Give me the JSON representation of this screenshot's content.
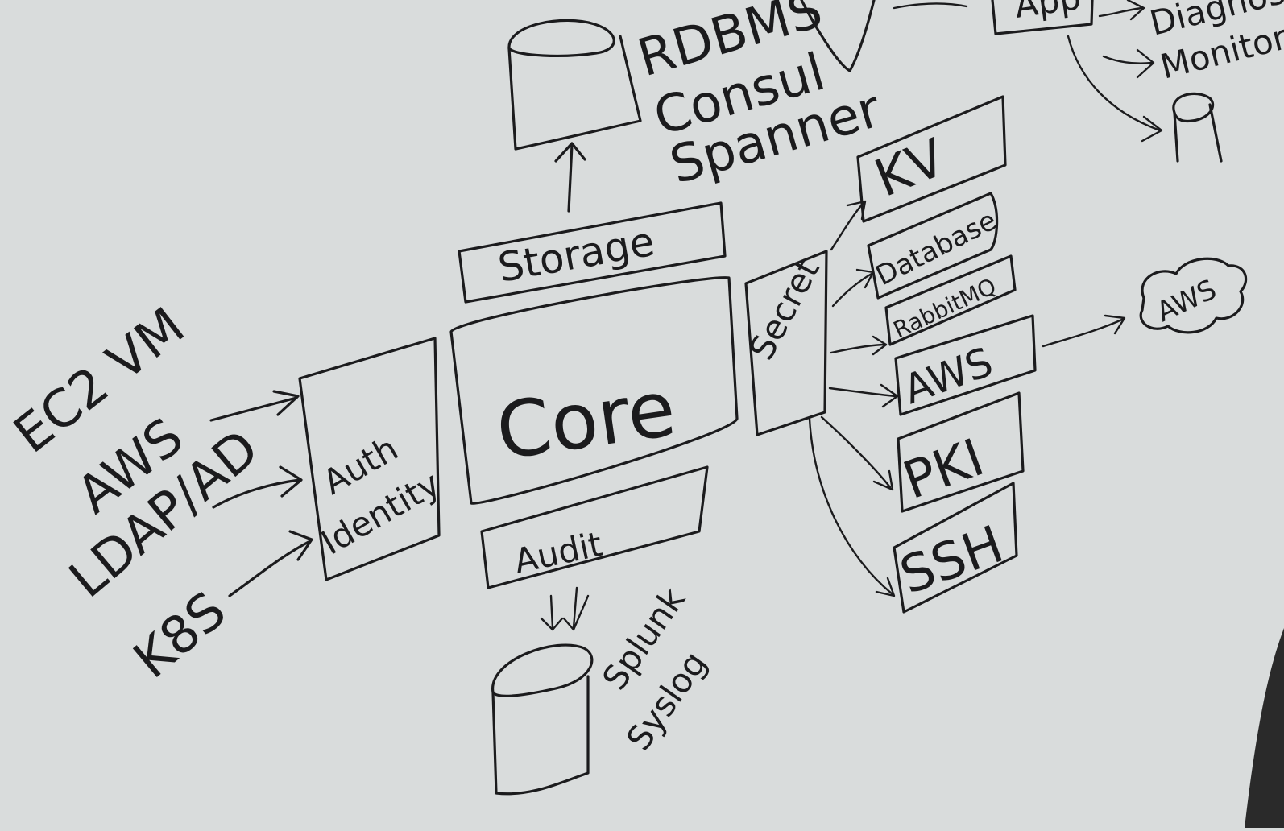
{
  "diagram": {
    "ink_color": "#1b1b1d",
    "board_color": "#d9dcdc",
    "core": {
      "label": "Core"
    },
    "storage": {
      "label": "Storage"
    },
    "audit": {
      "label": "Audit"
    },
    "auth": {
      "label_line1": "Auth",
      "label_line2": "Identity"
    },
    "auth_sources": {
      "ec2vm": "EC2 VM",
      "aws": "AWS",
      "ldap": "LDAP/AD",
      "k8s": "K8S"
    },
    "storage_backends": {
      "line1": "RDBMS",
      "line2": "Consul",
      "line3": "Spanner"
    },
    "audit_backends": {
      "line1": "Splunk",
      "line2": "Syslog"
    },
    "secret": {
      "label": "Secret"
    },
    "secret_engines": {
      "kv": "KV",
      "database": "Database",
      "rabbitmq": "RabbitMQ",
      "aws": "AWS",
      "pki": "PKI",
      "ssh": "SSH"
    },
    "cloud": {
      "label": "AWS"
    },
    "top_right": {
      "app": "App",
      "diagnostic": "Diagnost",
      "monitor": "Monitor"
    }
  }
}
